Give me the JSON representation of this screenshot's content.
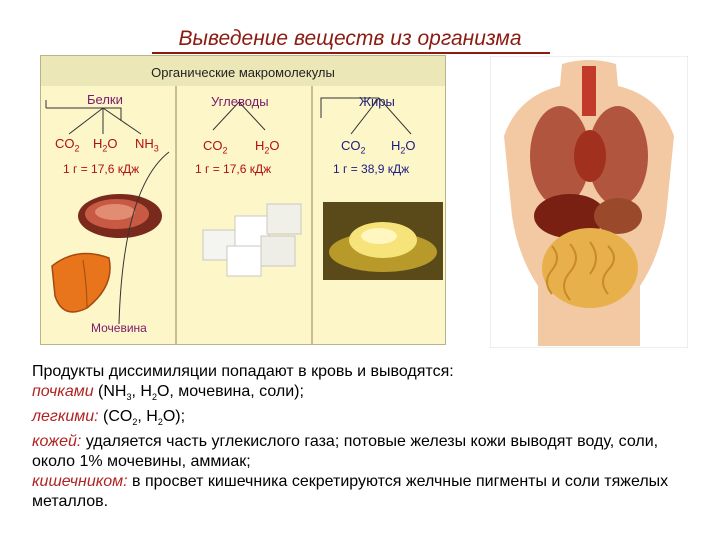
{
  "title": "Выведение веществ из организма",
  "panel": {
    "header": "Органические макромолекулы",
    "columns": [
      {
        "name": "Белки",
        "products": [
          "CO2",
          "H2O",
          "NH3"
        ],
        "energy": "1 г = 17,6 кДж",
        "extra_label": "Мочевина",
        "color": "#b01010"
      },
      {
        "name": "Углеводы",
        "products": [
          "CO2",
          "H2O"
        ],
        "energy": "1 г = 17,6 кДж",
        "color": "#b01010"
      },
      {
        "name": "Жиры",
        "products": [
          "CO2",
          "H2O"
        ],
        "energy": "1 г = 38,9 кДж",
        "color": "#1b1a80"
      }
    ]
  },
  "text": {
    "intro": "Продукты диссимиляции попадают в кровь и выводятся:",
    "kidneys": {
      "term": "почками",
      "rest": "(NH3, H2O, мочевина, соли);"
    },
    "lungs": {
      "term": "легкими:",
      "rest": "(CO2, H2O);"
    },
    "skin": {
      "term": "кожей:",
      "rest": "удаляется часть углекислого газа; потовые железы кожи выводят воду, соли, около 1% мочевины, аммиак;"
    },
    "intestine": {
      "term": "кишечником:",
      "rest": "в просвет кишечника секретируются желчные пигменты и соли тяжелых металлов."
    }
  },
  "colors": {
    "title": "#8b1a10",
    "accent_term": "#b22222",
    "panel_bg": "#fdf6c9"
  }
}
